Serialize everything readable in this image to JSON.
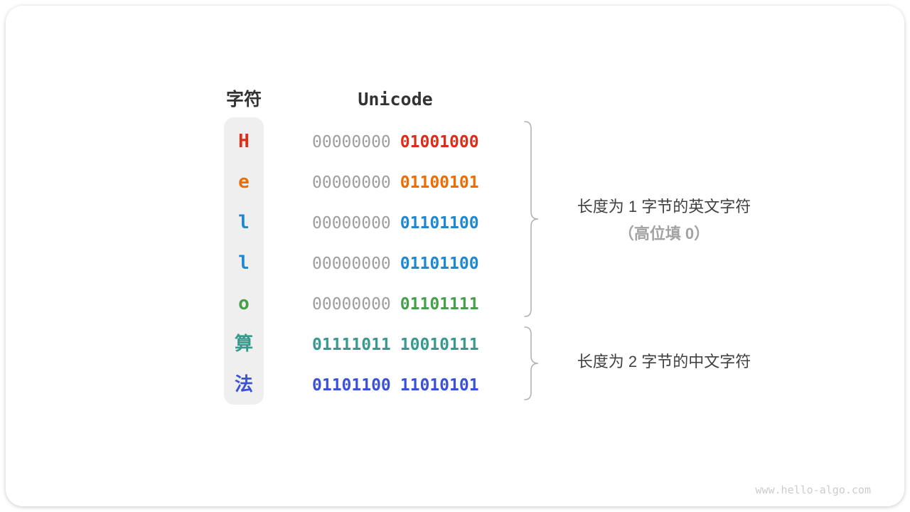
{
  "table": {
    "headers": {
      "char": "字符",
      "unicode": "Unicode"
    },
    "rows": [
      {
        "char": "H",
        "char_color": "#dd2c17",
        "byte1": "00000000",
        "byte1_color": "#9e9e9e",
        "byte2": "01001000",
        "byte2_color": "#dd2c17"
      },
      {
        "char": "e",
        "char_color": "#ef6c00",
        "byte1": "00000000",
        "byte1_color": "#9e9e9e",
        "byte2": "01100101",
        "byte2_color": "#ef6c00"
      },
      {
        "char": "l",
        "char_color": "#1e88d2",
        "byte1": "00000000",
        "byte1_color": "#9e9e9e",
        "byte2": "01101100",
        "byte2_color": "#1e88d2"
      },
      {
        "char": "l",
        "char_color": "#1e88d2",
        "byte1": "00000000",
        "byte1_color": "#9e9e9e",
        "byte2": "01101100",
        "byte2_color": "#1e88d2"
      },
      {
        "char": "o",
        "char_color": "#46a04b",
        "byte1": "00000000",
        "byte1_color": "#9e9e9e",
        "byte2": "01101111",
        "byte2_color": "#46a04b"
      },
      {
        "char": "算",
        "char_color": "#38998c",
        "byte1": "01111011",
        "byte1_color": "#38998c",
        "byte2": "10010111",
        "byte2_color": "#38998c"
      },
      {
        "char": "法",
        "char_color": "#3a51d9",
        "byte1": "01101100",
        "byte1_color": "#3a51d9",
        "byte2": "11010101",
        "byte2_color": "#3a51d9"
      }
    ]
  },
  "annotations": [
    {
      "line1": "长度为 1 字节的英文字符",
      "line2": "（高位填 0）"
    },
    {
      "line1": "长度为 2 字节的中文字符"
    }
  ],
  "watermark": "www.hello-algo.com",
  "colors": {
    "dim_bits": "#9e9e9e",
    "header_text": "#333333",
    "annotation_text": "#404040",
    "annotation_gray": "#a3a3a3",
    "brace": "#b3b3b3",
    "char_column_bg": "#efefef",
    "watermark": "#cccccc"
  }
}
